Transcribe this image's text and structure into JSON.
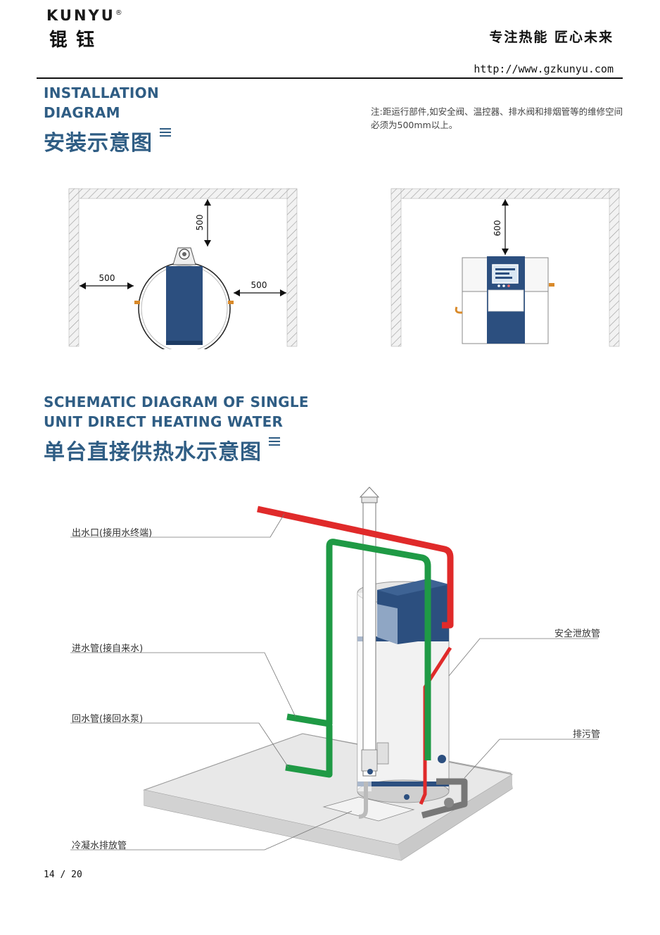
{
  "header": {
    "brand_en": "KUNYU",
    "brand_reg": "®",
    "brand_cn": "锟钰",
    "slogan": "专注热能 匠心未来",
    "url": "http://www.gzkunyu.com"
  },
  "section1": {
    "title_en_line1": "INSTALLATION",
    "title_en_line2": "DIAGRAM",
    "title_cn": "安装示意图",
    "note": "注:距运行部件,如安全阀、温控器、排水阀和排烟管等的维修空间必须为500mm以上。",
    "dims_left": {
      "top": "500",
      "left": "500",
      "right": "500"
    },
    "dims_right": {
      "top": "600"
    }
  },
  "section2": {
    "title_en_line1": "SCHEMATIC DIAGRAM OF SINGLE",
    "title_en_line2": "UNIT DIRECT HEATING WATER",
    "title_cn": "单台直接供热水示意图",
    "labels": {
      "outlet": "出水口(接用水终端)",
      "inlet": "进水管(接自来水)",
      "return": "回水管(接回水泵)",
      "condensate": "冷凝水排放管",
      "safety": "安全泄放管",
      "drain": "排污管"
    }
  },
  "footer": {
    "page": "14 / 20"
  },
  "colors": {
    "accent": "#2f5d84",
    "tank_blue": "#2c4f7f",
    "hot_pipe": "#e02a2a",
    "cold_pipe": "#1f9a45"
  }
}
